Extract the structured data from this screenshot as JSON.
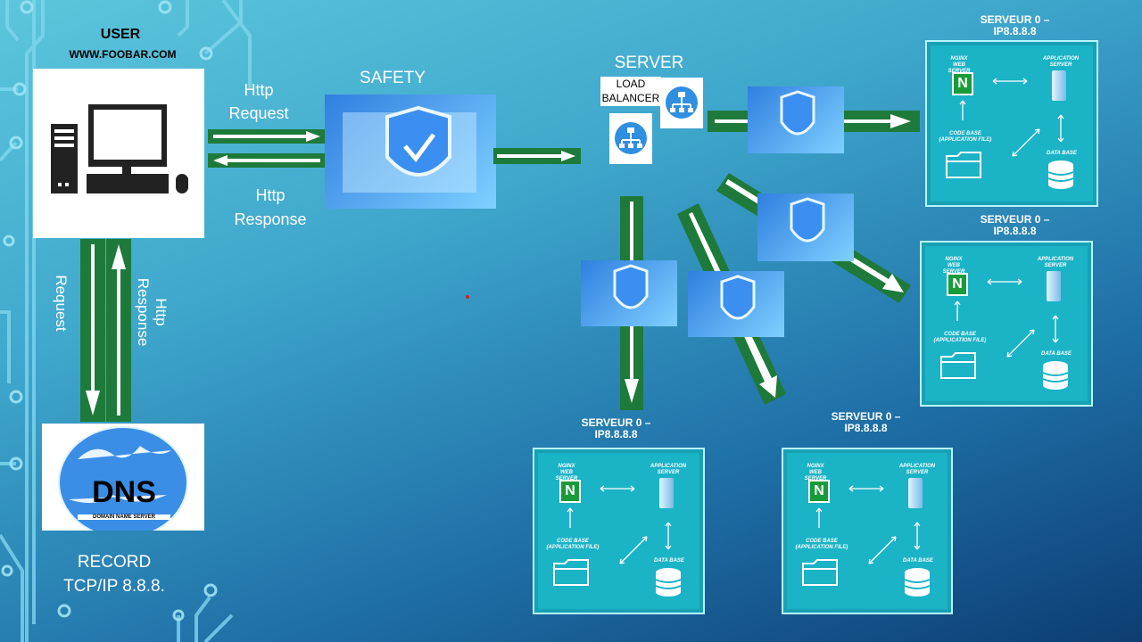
{
  "user": {
    "title": "USER",
    "domain": "WWW.FOOBAR.COM"
  },
  "http_request_label": "Http\nRequest",
  "http_response_label": "Http\nResponse",
  "safety_label": "SAFETY",
  "server_label": "SERVER",
  "load_balancer_label": "LOAD\nBALANCER",
  "dns": {
    "big": "DNS",
    "small": "DOMAIN NAME SERVER",
    "record1": "RECORD",
    "record2": "TCP/IP 8.8.8."
  },
  "vertical_request": "Request",
  "vertical_response": "Http\nResponse",
  "server_title": "SERVEUR 0 –\nIP8.8.8.8",
  "server_inner": {
    "nginx": "NGINX\nWEB SERVER",
    "app": "APPLICATION\nSERVER",
    "code": "CODE BASE\n(APPLICATION FILE)",
    "db": "DATA BASE",
    "nginx_letter": "N"
  },
  "colors": {
    "arrow_green": "#1e7a3a",
    "arrow_inner": "#ffffff",
    "box": "#1bb3c6"
  }
}
